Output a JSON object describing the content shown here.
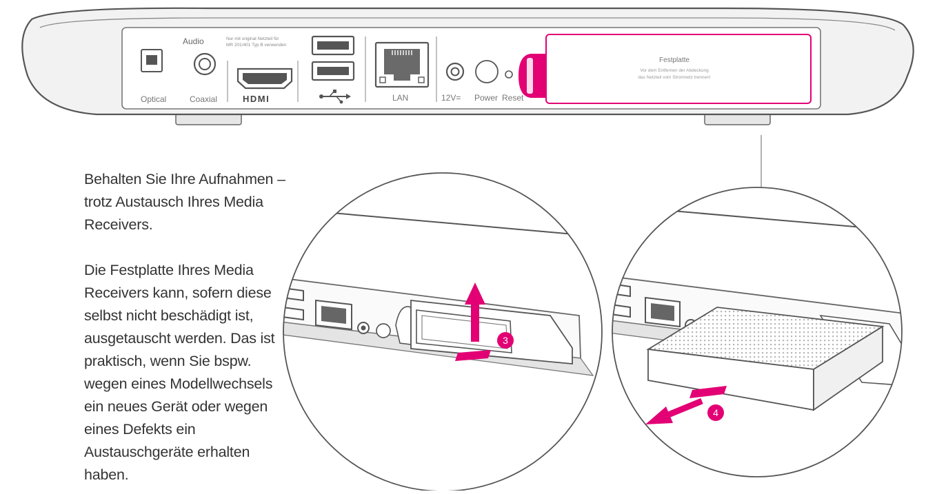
{
  "device": {
    "audio_label": "Audio",
    "optical_label": "Optical",
    "coaxial_label": "Coaxial",
    "hdmi_label": "HDMI",
    "usb_note_line1": "Nur mit original Netzteil für",
    "usb_note_line2": "MR 201/401 Typ B verwenden",
    "usb_symbol": "⭠⇴",
    "lan_label": "LAN",
    "dc_label": "12V=",
    "power_label": "Power",
    "reset_label": "Reset",
    "hdd_cover_title": "Festplatte",
    "hdd_cover_note_line1": "Vor dem Entfernen der Abdeckung",
    "hdd_cover_note_line2": "das Netzteil vom Stromnetz trennen!"
  },
  "steps": {
    "step3_number": "3",
    "step4_number": "4"
  },
  "colors": {
    "magenta": "#e20074",
    "outline": "#555555",
    "port_gray": "#8a8a8a"
  },
  "text": {
    "paragraph1": "Behalten Sie Ihre Aufnahmen – trotz Austausch Ihres Media Receivers.",
    "paragraph2": "Die Festplatte Ihres Media Receivers kann, sofern diese selbst nicht beschädigt ist, ausgetauscht werden. Das ist praktisch, wenn Sie bspw. wegen eines Modellwechsels ein neues Gerät oder wegen eines Defekts ein Austauschgeräte erhalten haben."
  }
}
